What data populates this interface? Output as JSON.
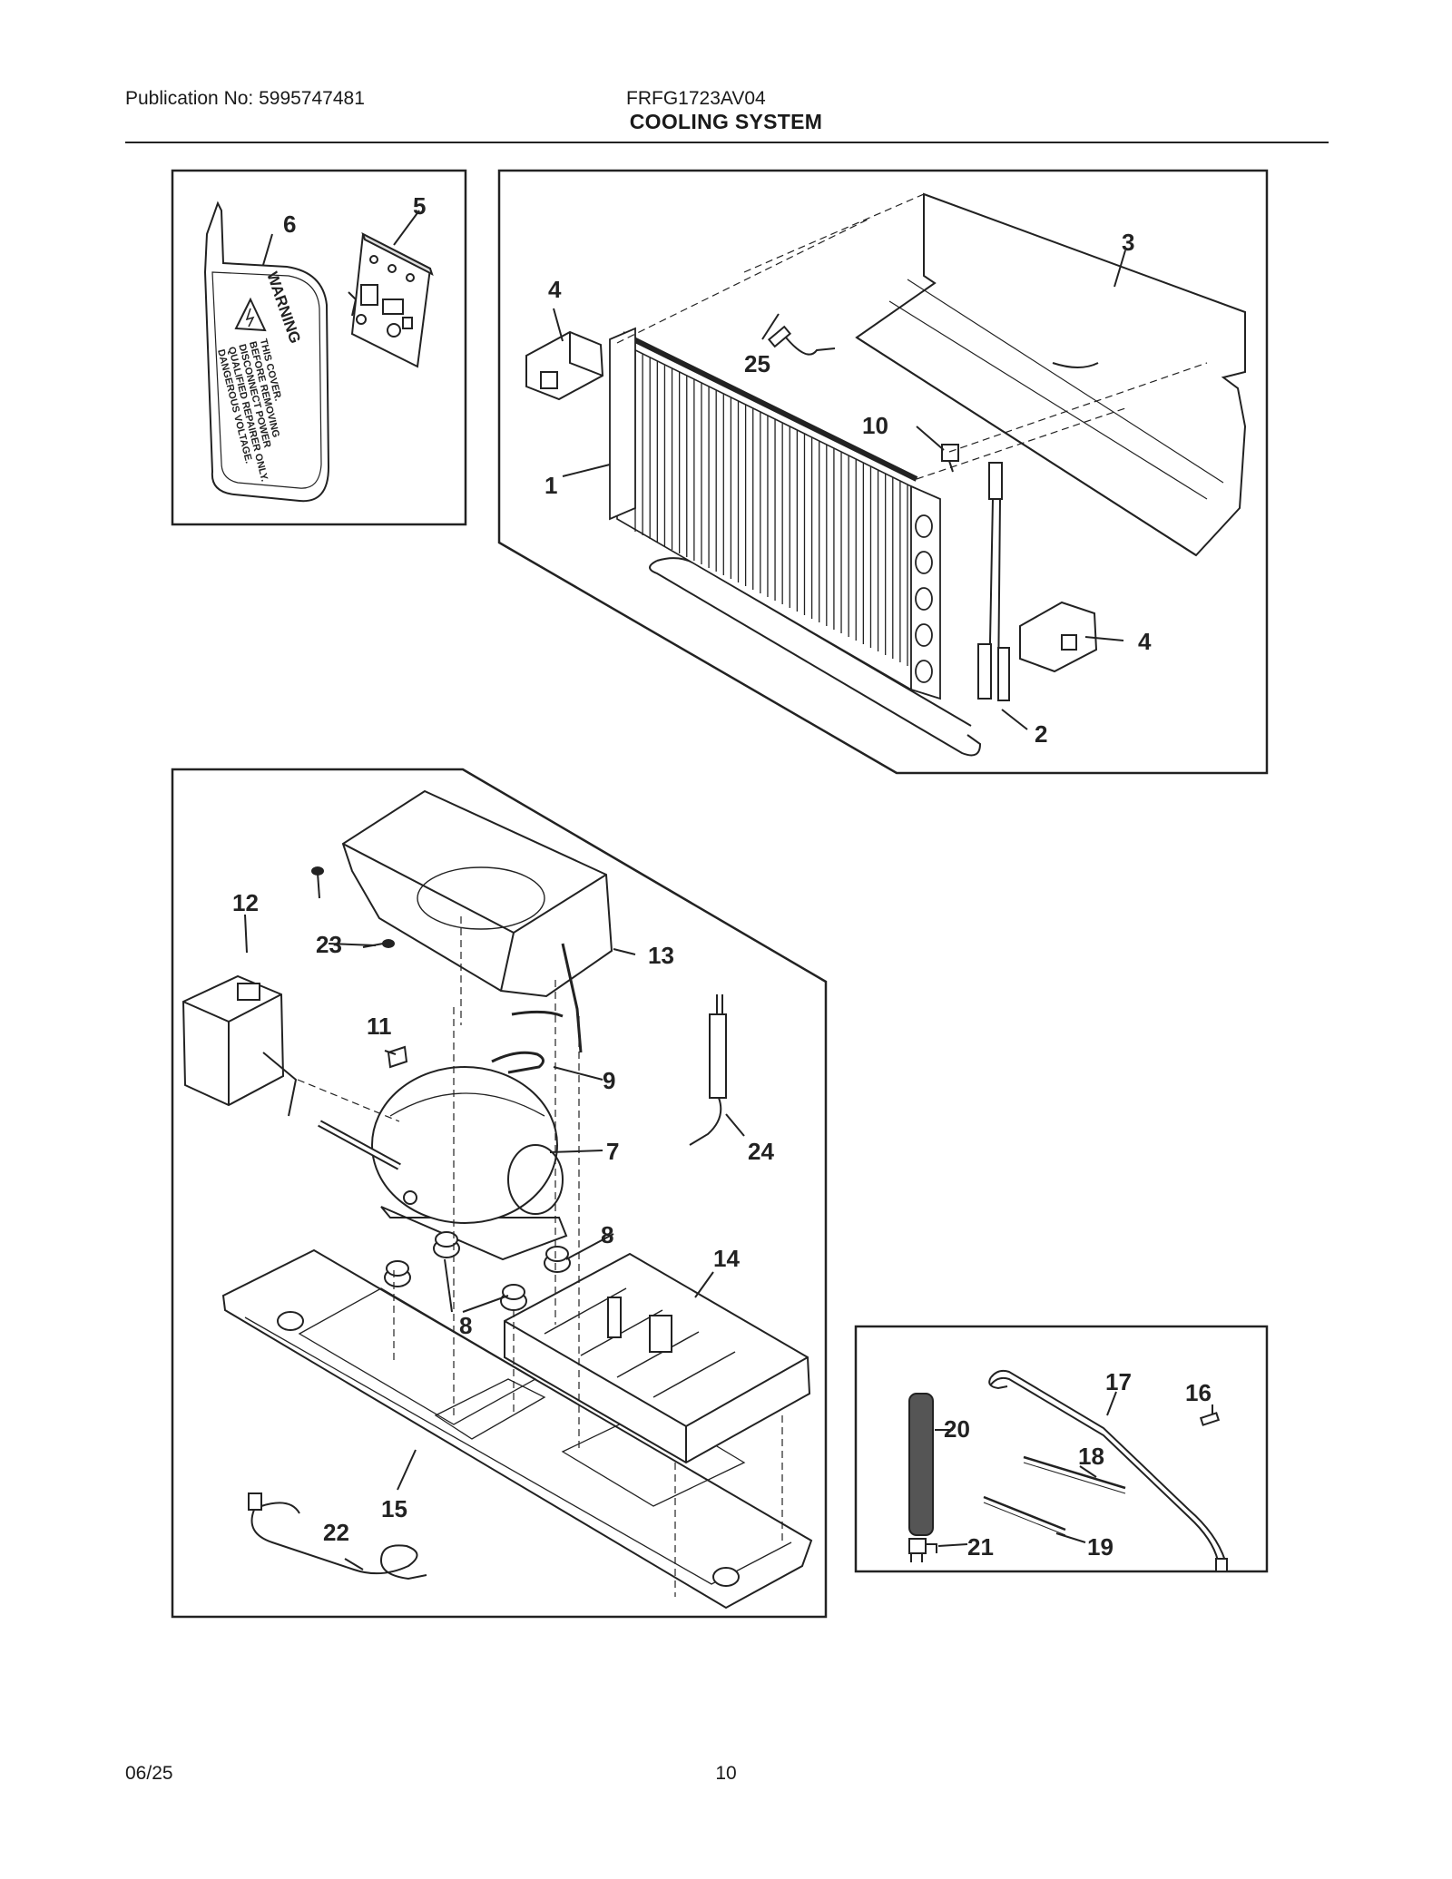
{
  "header": {
    "publication": "Publication No: 5995747481",
    "model": "FRFG1723AV04",
    "title": "COOLING SYSTEM"
  },
  "footer": {
    "date": "06/25",
    "page": "10"
  },
  "cover": {
    "heading": "WARNING",
    "lines": [
      "DANGEROUS VOLTAGE.",
      "QUALIFIED REPAIRER ONLY.",
      "DISCONNECT POWER",
      "BEFORE REMOVING",
      "THIS COVER."
    ]
  },
  "callouts": {
    "c1": "1",
    "c2": "2",
    "c3": "3",
    "c4a": "4",
    "c4b": "4",
    "c5": "5",
    "c6": "6",
    "c7": "7",
    "c8a": "8",
    "c8b": "8",
    "c9": "9",
    "c10": "10",
    "c11": "11",
    "c12": "12",
    "c13": "13",
    "c14": "14",
    "c15": "15",
    "c16": "16",
    "c17": "17",
    "c18": "18",
    "c19": "19",
    "c20": "20",
    "c21": "21",
    "c22": "22",
    "c23": "23",
    "c24": "24",
    "c25": "25"
  }
}
